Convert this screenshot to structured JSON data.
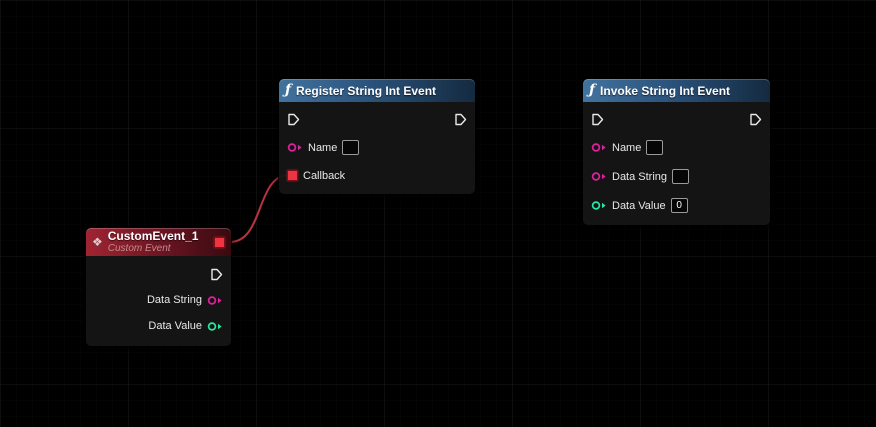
{
  "icons": {
    "function_glyph": "ƒ",
    "custom_event_glyph": "❖"
  },
  "colors": {
    "exec_pin": "#e8e8e8",
    "string_pin": "#e0219e",
    "int_pin": "#25e8a2",
    "delegate_pin": "#ef3341",
    "wire_delegate": "#b8323f",
    "function_header": "#41739f",
    "event_header": "#a02433"
  },
  "nodes": {
    "register": {
      "title": "Register String Int Event",
      "name_label": "Name",
      "name_value": "",
      "callback_label": "Callback"
    },
    "invoke": {
      "title": "Invoke String Int Event",
      "name_label": "Name",
      "name_value": "",
      "data_string_label": "Data String",
      "data_string_value": "",
      "data_value_label": "Data Value",
      "data_value_value": "0"
    },
    "custom_event": {
      "title": "CustomEvent_1",
      "subtitle": "Custom Event",
      "data_string_label": "Data String",
      "data_value_label": "Data Value"
    }
  }
}
